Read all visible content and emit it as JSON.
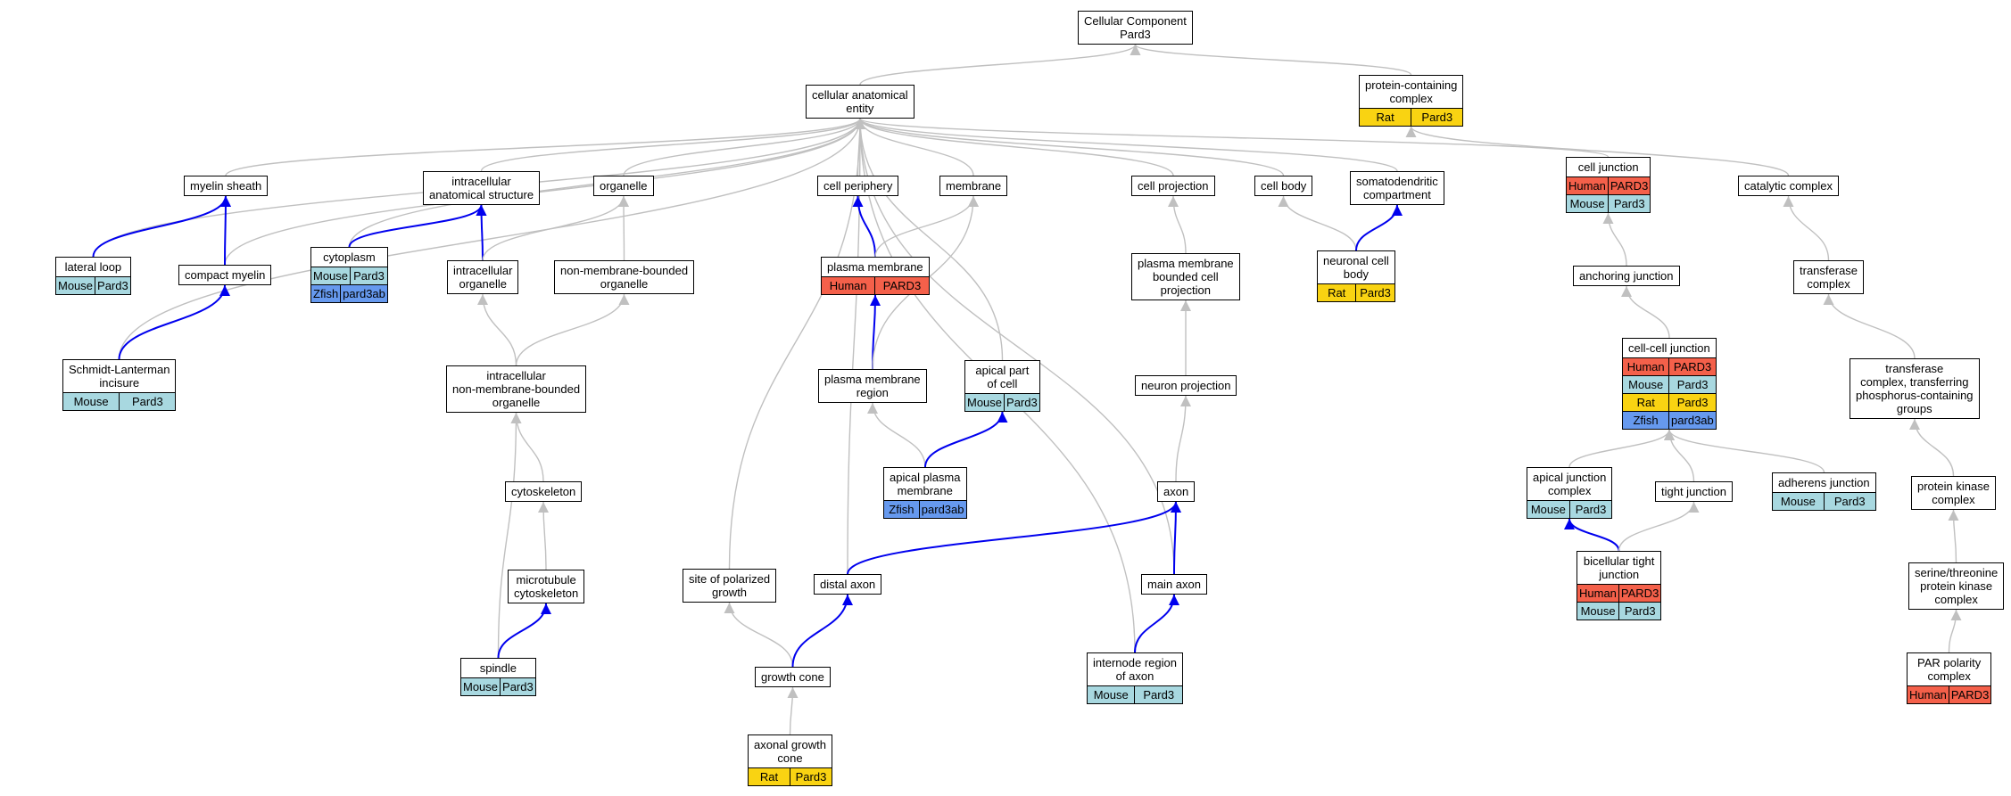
{
  "colors": {
    "Human": "#f4604a",
    "Mouse": "#a8d8e0",
    "Rat": "#f9d312",
    "Zfish": "#6699ee",
    "gray_edge": "#c0c0c0",
    "blue_edge": "#0000ee"
  },
  "nodes": [
    {
      "id": "root",
      "label": "Cellular Component\nPard3",
      "ann": []
    },
    {
      "id": "cae",
      "label": "cellular anatomical\nentity",
      "ann": []
    },
    {
      "id": "pcc",
      "label": "protein-containing\ncomplex",
      "ann": [
        [
          "Rat",
          "Pard3"
        ]
      ]
    },
    {
      "id": "myelin",
      "label": "myelin sheath",
      "ann": []
    },
    {
      "id": "ias",
      "label": "intracellular\nanatomical structure",
      "ann": []
    },
    {
      "id": "organelle",
      "label": "organelle",
      "ann": []
    },
    {
      "id": "cellper",
      "label": "cell periphery",
      "ann": []
    },
    {
      "id": "membrane",
      "label": "membrane",
      "ann": []
    },
    {
      "id": "cellproj",
      "label": "cell projection",
      "ann": []
    },
    {
      "id": "cellbody",
      "label": "cell body",
      "ann": []
    },
    {
      "id": "somato",
      "label": "somatodendritic\ncompartment",
      "ann": []
    },
    {
      "id": "celljunc",
      "label": "cell junction",
      "ann": [
        [
          "Human",
          "PARD3"
        ],
        [
          "Mouse",
          "Pard3"
        ]
      ]
    },
    {
      "id": "catcomp",
      "label": "catalytic complex",
      "ann": []
    },
    {
      "id": "lateral",
      "label": "lateral loop",
      "ann": [
        [
          "Mouse",
          "Pard3"
        ]
      ]
    },
    {
      "id": "compact",
      "label": "compact myelin",
      "ann": []
    },
    {
      "id": "cytoplasm",
      "label": "cytoplasm",
      "ann": [
        [
          "Mouse",
          "Pard3"
        ],
        [
          "Zfish",
          "pard3ab"
        ]
      ]
    },
    {
      "id": "intraorg",
      "label": "intracellular\norganelle",
      "ann": []
    },
    {
      "id": "nmbo",
      "label": "non-membrane-bounded\norganelle",
      "ann": []
    },
    {
      "id": "plasmamem",
      "label": "plasma membrane",
      "ann": [
        [
          "Human",
          "PARD3"
        ]
      ]
    },
    {
      "id": "pmbcp",
      "label": "plasma membrane\nbounded cell\nprojection",
      "ann": []
    },
    {
      "id": "ncb",
      "label": "neuronal cell\nbody",
      "ann": [
        [
          "Rat",
          "Pard3"
        ]
      ]
    },
    {
      "id": "anchor",
      "label": "anchoring junction",
      "ann": []
    },
    {
      "id": "transfer",
      "label": "transferase\ncomplex",
      "ann": []
    },
    {
      "id": "slincisure",
      "label": "Schmidt-Lanterman\nincisure",
      "ann": [
        [
          "Mouse",
          "Pard3"
        ]
      ]
    },
    {
      "id": "inmbo",
      "label": "intracellular\nnon-membrane-bounded\norganelle",
      "ann": []
    },
    {
      "id": "pmregion",
      "label": "plasma membrane\nregion",
      "ann": []
    },
    {
      "id": "apicalpart",
      "label": "apical part\nof cell",
      "ann": [
        [
          "Mouse",
          "Pard3"
        ]
      ]
    },
    {
      "id": "neuronproj",
      "label": "neuron projection",
      "ann": []
    },
    {
      "id": "ccjunc",
      "label": "cell-cell junction",
      "ann": [
        [
          "Human",
          "PARD3"
        ],
        [
          "Mouse",
          "Pard3"
        ],
        [
          "Rat",
          "Pard3"
        ],
        [
          "Zfish",
          "pard3ab"
        ]
      ]
    },
    {
      "id": "tcpg",
      "label": "transferase\ncomplex, transferring\nphosphorus-containing\ngroups",
      "ann": []
    },
    {
      "id": "cytoskel",
      "label": "cytoskeleton",
      "ann": []
    },
    {
      "id": "apm",
      "label": "apical plasma\nmembrane",
      "ann": [
        [
          "Zfish",
          "pard3ab"
        ]
      ]
    },
    {
      "id": "axon",
      "label": "axon",
      "ann": []
    },
    {
      "id": "ajc",
      "label": "apical junction\ncomplex",
      "ann": [
        [
          "Mouse",
          "Pard3"
        ]
      ]
    },
    {
      "id": "tight",
      "label": "tight junction",
      "ann": []
    },
    {
      "id": "adherens",
      "label": "adherens junction",
      "ann": [
        [
          "Mouse",
          "Pard3"
        ]
      ]
    },
    {
      "id": "pkc",
      "label": "protein kinase\ncomplex",
      "ann": []
    },
    {
      "id": "mtcsk",
      "label": "microtubule\ncytoskeleton",
      "ann": []
    },
    {
      "id": "spg",
      "label": "site of polarized\ngrowth",
      "ann": []
    },
    {
      "id": "distal",
      "label": "distal axon",
      "ann": []
    },
    {
      "id": "mainaxon",
      "label": "main axon",
      "ann": []
    },
    {
      "id": "btj",
      "label": "bicellular tight\njunction",
      "ann": [
        [
          "Human",
          "PARD3"
        ],
        [
          "Mouse",
          "Pard3"
        ]
      ]
    },
    {
      "id": "stpk",
      "label": "serine/threonine\nprotein kinase\ncomplex",
      "ann": []
    },
    {
      "id": "spindle",
      "label": "spindle",
      "ann": [
        [
          "Mouse",
          "Pard3"
        ]
      ]
    },
    {
      "id": "growthcone",
      "label": "growth cone",
      "ann": []
    },
    {
      "id": "internode",
      "label": "internode region\nof axon",
      "ann": [
        [
          "Mouse",
          "Pard3"
        ]
      ]
    },
    {
      "id": "par",
      "label": "PAR polarity\ncomplex",
      "ann": [
        [
          "Human",
          "PARD3"
        ]
      ]
    },
    {
      "id": "agc",
      "label": "axonal growth\ncone",
      "ann": [
        [
          "Rat",
          "Pard3"
        ]
      ]
    }
  ],
  "edges": [
    {
      "from": "cae",
      "to": "root",
      "type": "is_a"
    },
    {
      "from": "pcc",
      "to": "root",
      "type": "is_a"
    },
    {
      "from": "myelin",
      "to": "cae",
      "type": "is_a"
    },
    {
      "from": "ias",
      "to": "cae",
      "type": "is_a"
    },
    {
      "from": "organelle",
      "to": "cae",
      "type": "is_a"
    },
    {
      "from": "cellper",
      "to": "cae",
      "type": "is_a"
    },
    {
      "from": "membrane",
      "to": "cae",
      "type": "is_a"
    },
    {
      "from": "cellproj",
      "to": "cae",
      "type": "is_a"
    },
    {
      "from": "cellbody",
      "to": "cae",
      "type": "is_a"
    },
    {
      "from": "somato",
      "to": "cae",
      "type": "is_a"
    },
    {
      "from": "celljunc",
      "to": "cae",
      "type": "is_a"
    },
    {
      "from": "catcomp",
      "to": "pcc",
      "type": "is_a"
    },
    {
      "from": "lateral",
      "to": "cae",
      "type": "is_a"
    },
    {
      "from": "compact",
      "to": "cae",
      "type": "is_a"
    },
    {
      "from": "cytoplasm",
      "to": "cae",
      "type": "is_a"
    },
    {
      "from": "slincisure",
      "to": "cae",
      "type": "is_a"
    },
    {
      "from": "spg",
      "to": "cae",
      "type": "is_a"
    },
    {
      "from": "distal",
      "to": "cae",
      "type": "is_a"
    },
    {
      "from": "internode",
      "to": "cae",
      "type": "is_a"
    },
    {
      "from": "mainaxon",
      "to": "cae",
      "type": "is_a"
    },
    {
      "from": "apicalpart",
      "to": "cae",
      "type": "is_a"
    },
    {
      "from": "lateral",
      "to": "myelin",
      "type": "part_of"
    },
    {
      "from": "compact",
      "to": "myelin",
      "type": "part_of"
    },
    {
      "from": "slincisure",
      "to": "compact",
      "type": "part_of"
    },
    {
      "from": "cytoplasm",
      "to": "ias",
      "type": "part_of"
    },
    {
      "from": "intraorg",
      "to": "ias",
      "type": "part_of"
    },
    {
      "from": "intraorg",
      "to": "organelle",
      "type": "is_a"
    },
    {
      "from": "nmbo",
      "to": "organelle",
      "type": "is_a"
    },
    {
      "from": "inmbo",
      "to": "intraorg",
      "type": "is_a"
    },
    {
      "from": "inmbo",
      "to": "nmbo",
      "type": "is_a"
    },
    {
      "from": "cytoskel",
      "to": "inmbo",
      "type": "is_a"
    },
    {
      "from": "mtcsk",
      "to": "cytoskel",
      "type": "is_a"
    },
    {
      "from": "spindle",
      "to": "inmbo",
      "type": "is_a"
    },
    {
      "from": "spindle",
      "to": "mtcsk",
      "type": "part_of"
    },
    {
      "from": "plasmamem",
      "to": "cellper",
      "type": "part_of"
    },
    {
      "from": "plasmamem",
      "to": "membrane",
      "type": "is_a"
    },
    {
      "from": "pmregion",
      "to": "plasmamem",
      "type": "part_of"
    },
    {
      "from": "pmregion",
      "to": "membrane",
      "type": "is_a"
    },
    {
      "from": "apm",
      "to": "pmregion",
      "type": "is_a"
    },
    {
      "from": "apm",
      "to": "apicalpart",
      "type": "part_of"
    },
    {
      "from": "pmbcp",
      "to": "cellproj",
      "type": "is_a"
    },
    {
      "from": "neuronproj",
      "to": "pmbcp",
      "type": "is_a"
    },
    {
      "from": "axon",
      "to": "neuronproj",
      "type": "is_a"
    },
    {
      "from": "distal",
      "to": "axon",
      "type": "part_of"
    },
    {
      "from": "mainaxon",
      "to": "axon",
      "type": "part_of"
    },
    {
      "from": "internode",
      "to": "mainaxon",
      "type": "part_of"
    },
    {
      "from": "growthcone",
      "to": "spg",
      "type": "is_a"
    },
    {
      "from": "growthcone",
      "to": "distal",
      "type": "part_of"
    },
    {
      "from": "agc",
      "to": "growthcone",
      "type": "is_a"
    },
    {
      "from": "ncb",
      "to": "cellbody",
      "type": "is_a"
    },
    {
      "from": "ncb",
      "to": "somato",
      "type": "part_of"
    },
    {
      "from": "anchor",
      "to": "celljunc",
      "type": "is_a"
    },
    {
      "from": "ccjunc",
      "to": "anchor",
      "type": "is_a"
    },
    {
      "from": "ajc",
      "to": "ccjunc",
      "type": "is_a"
    },
    {
      "from": "tight",
      "to": "ccjunc",
      "type": "is_a"
    },
    {
      "from": "adherens",
      "to": "ccjunc",
      "type": "is_a"
    },
    {
      "from": "btj",
      "to": "ajc",
      "type": "part_of"
    },
    {
      "from": "btj",
      "to": "tight",
      "type": "is_a"
    },
    {
      "from": "transfer",
      "to": "catcomp",
      "type": "is_a"
    },
    {
      "from": "tcpg",
      "to": "transfer",
      "type": "is_a"
    },
    {
      "from": "pkc",
      "to": "tcpg",
      "type": "is_a"
    },
    {
      "from": "stpk",
      "to": "pkc",
      "type": "is_a"
    },
    {
      "from": "par",
      "to": "stpk",
      "type": "is_a"
    }
  ]
}
